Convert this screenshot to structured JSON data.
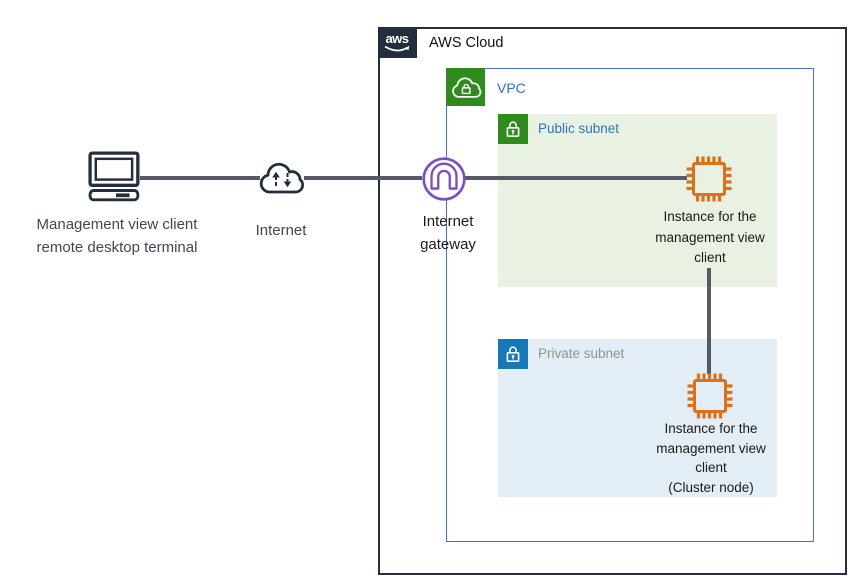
{
  "colors": {
    "dark": "#232F3E",
    "slate": "#3E4957",
    "black": "#1B1B1B",
    "green": "#2F8B1D",
    "green_fill": "#E9F1E3",
    "blue_icon": "#1777B7",
    "blue_fill": "#E3EDF5",
    "vpc_border": "#4472C4",
    "blue_text": "#2E75B6",
    "gray_text": "#8F9397",
    "purple": "#7B4CC8",
    "orange": "#DC711B",
    "line": "#545B64"
  },
  "diagram": {
    "client": {
      "label_line1": "Management view client",
      "label_line2": "remote desktop terminal"
    },
    "internet": {
      "label": "Internet"
    },
    "internet_gateway": {
      "label_line1": "Internet",
      "label_line2": "gateway"
    },
    "aws_cloud": {
      "logo_text": "aws",
      "label": "AWS Cloud"
    },
    "vpc": {
      "label": "VPC"
    },
    "public_subnet": {
      "label": "Public subnet",
      "instance": {
        "line1": "Instance for the",
        "line2": "management view",
        "line3": "client"
      }
    },
    "private_subnet": {
      "label": "Private subnet",
      "instance": {
        "line1": "Instance for the",
        "line2": "management view",
        "line3": "client",
        "line4": "(Cluster node)"
      }
    }
  }
}
